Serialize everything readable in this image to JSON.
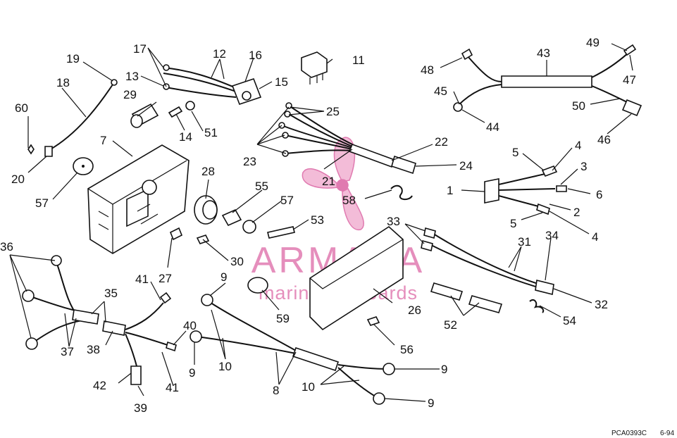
{
  "watermark": {
    "brand": "ARMADA",
    "tagline": "marine outboards",
    "color": "#e07ab0"
  },
  "footer": {
    "code": "PCA0393C",
    "date": "6-94"
  },
  "callouts": [
    "1",
    "2",
    "3",
    "4",
    "5",
    "6",
    "7",
    "8",
    "9",
    "10",
    "11",
    "12",
    "13",
    "14",
    "15",
    "16",
    "17",
    "18",
    "19",
    "20",
    "21",
    "22",
    "23",
    "24",
    "25",
    "26",
    "27",
    "28",
    "29",
    "30",
    "31",
    "32",
    "33",
    "34",
    "35",
    "36",
    "37",
    "38",
    "39",
    "40",
    "41",
    "42",
    "43",
    "44",
    "45",
    "46",
    "47",
    "48",
    "49",
    "50",
    "51",
    "52",
    "53",
    "54",
    "55",
    "56",
    "57",
    "58",
    "59",
    "60"
  ]
}
